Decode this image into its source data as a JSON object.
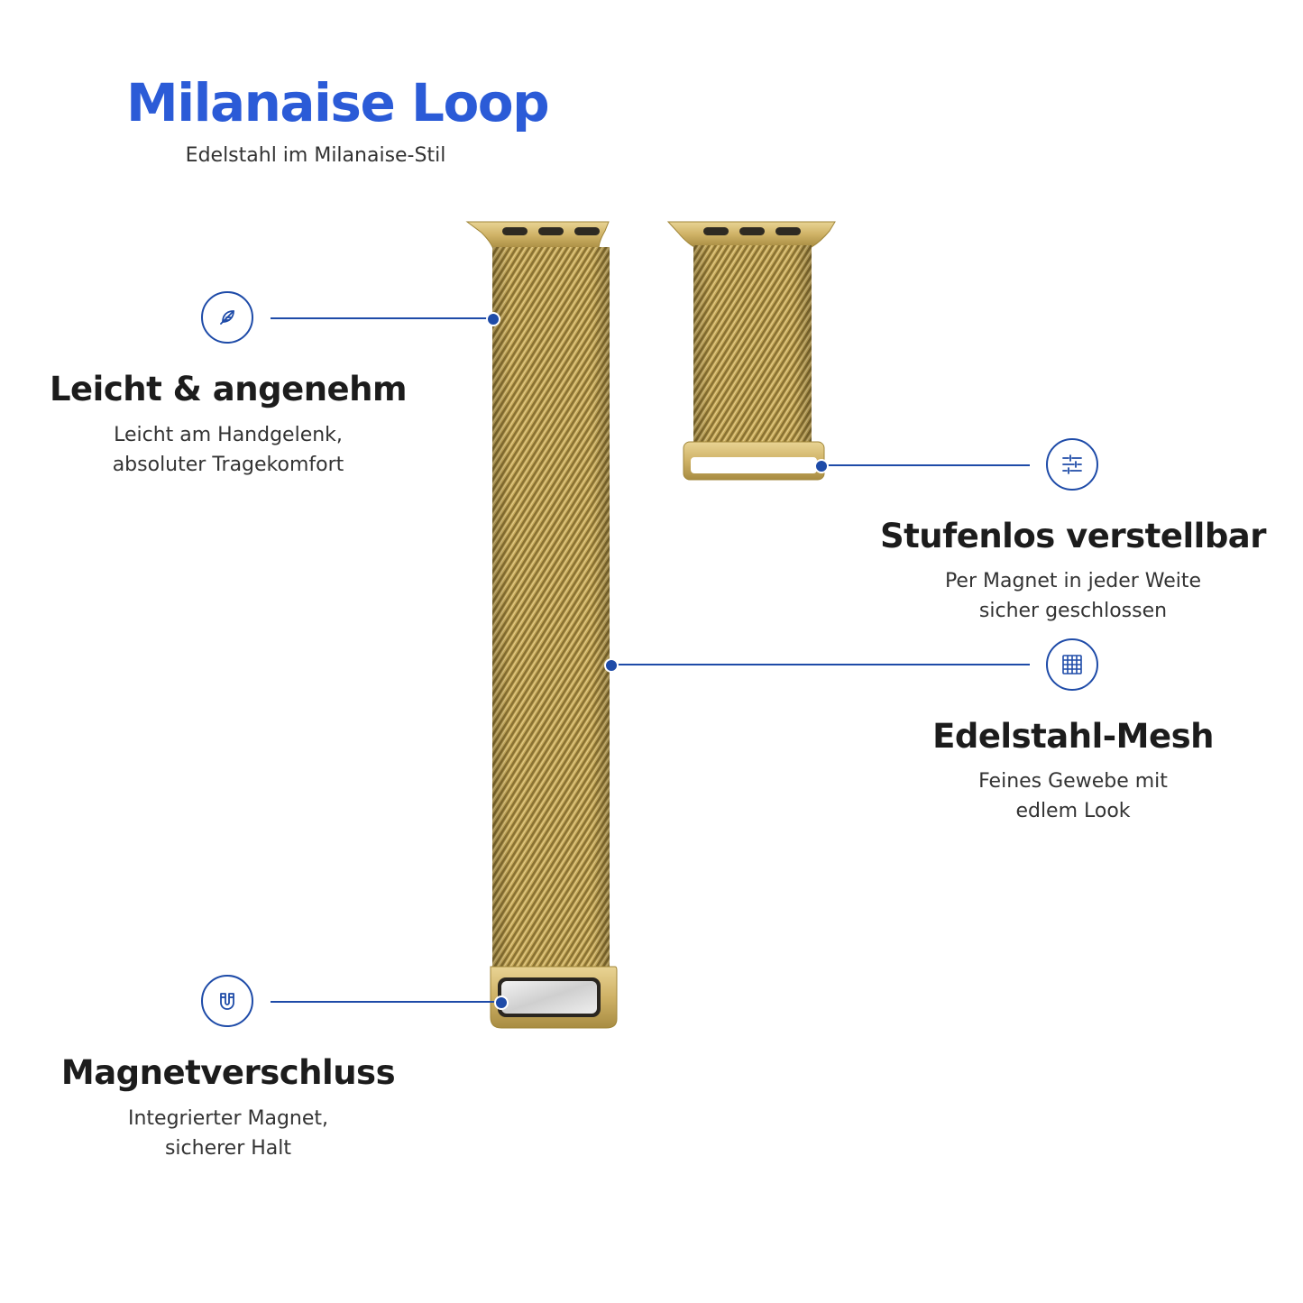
{
  "header": {
    "title": "Milanaise Loop",
    "subtitle": "Edelstahl im Milanaise-Stil"
  },
  "colors": {
    "accent": "#2b5bd7",
    "line": "#1e4ba8",
    "text_dark": "#1c1c1c",
    "text_body": "#333333",
    "gold": "#c9ac5e",
    "gold_dark": "#8d7430"
  },
  "features": [
    {
      "icon": "feather-icon",
      "title": "Leicht & angenehm",
      "desc_line1": "Leicht am Handgelenk,",
      "desc_line2": "absoluter Tragekomfort"
    },
    {
      "icon": "sliders-icon",
      "title": "Stufenlos verstellbar",
      "desc_line1": "Per Magnet in jeder Weite",
      "desc_line2": "sicher geschlossen"
    },
    {
      "icon": "grid-icon",
      "title": "Edelstahl-Mesh",
      "desc_line1": "Feines Gewebe mit",
      "desc_line2": "edlem Look"
    },
    {
      "icon": "magnet-icon",
      "title": "Magnetverschluss",
      "desc_line1": "Integrierter Magnet,",
      "desc_line2": "sicherer Halt"
    }
  ]
}
